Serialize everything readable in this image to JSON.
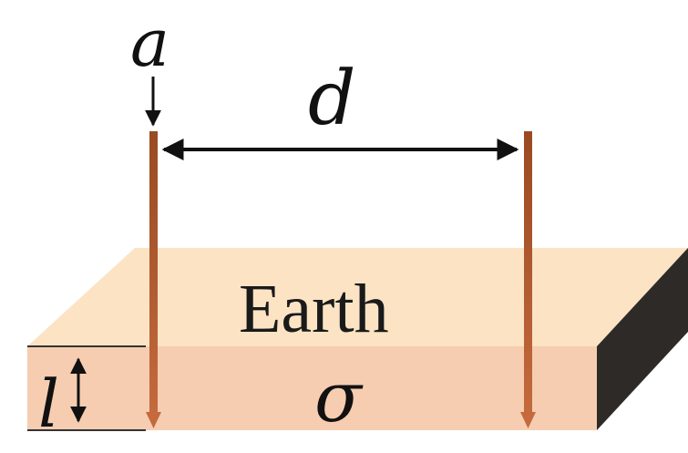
{
  "labels": {
    "rod_radius": "a",
    "separation": "d",
    "material": "Earth",
    "conductivity": "σ",
    "depth": "l"
  },
  "colors": {
    "slab_top": "#fbe3c4",
    "slab_front": "#f6cdb0",
    "slab_side": "#2e2a27",
    "rod": "#a9542a",
    "arrows": "#111111"
  }
}
